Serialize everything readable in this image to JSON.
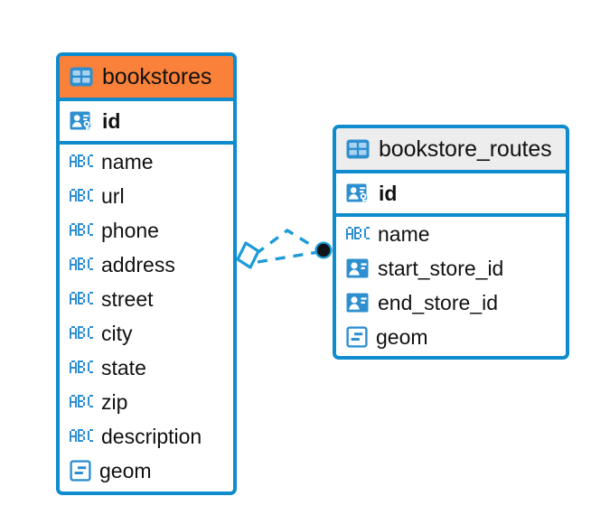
{
  "diagram": {
    "type": "entity-relationship-diagram",
    "background": "#ffffff",
    "accent_blue": "#0e8ccd",
    "line_blue": "#1e9bd7",
    "header_orange": "#f9813a",
    "header_grey": "#ededed"
  },
  "tables": [
    {
      "name": "bookstores",
      "header_style": "accent-orange",
      "table_icon": "table-grid-icon",
      "primary_key": {
        "label": "id",
        "icon": "primary-key-icon"
      },
      "fields": [
        {
          "label": "name",
          "icon": "text-abc-icon"
        },
        {
          "label": "url",
          "icon": "text-abc-icon"
        },
        {
          "label": "phone",
          "icon": "text-abc-icon"
        },
        {
          "label": "address",
          "icon": "text-abc-icon"
        },
        {
          "label": "street",
          "icon": "text-abc-icon"
        },
        {
          "label": "city",
          "icon": "text-abc-icon"
        },
        {
          "label": "state",
          "icon": "text-abc-icon"
        },
        {
          "label": "zip",
          "icon": "text-abc-icon"
        },
        {
          "label": "description",
          "icon": "text-abc-icon"
        },
        {
          "label": "geom",
          "icon": "geometry-icon"
        }
      ]
    },
    {
      "name": "bookstore_routes",
      "header_style": "accent-grey",
      "table_icon": "table-grid-icon",
      "primary_key": {
        "label": "id",
        "icon": "primary-key-icon"
      },
      "fields": [
        {
          "label": "name",
          "icon": "text-abc-icon"
        },
        {
          "label": "start_store_id",
          "icon": "foreign-key-icon"
        },
        {
          "label": "end_store_id",
          "icon": "foreign-key-icon"
        },
        {
          "label": "geom",
          "icon": "geometry-icon"
        }
      ]
    }
  ],
  "relationship": {
    "style": "dashed",
    "color": "#1e9bd7",
    "source_endpoint": "rhombus-endpoint",
    "target_endpoint": "filled-circle-endpoint",
    "link_count": 2
  }
}
